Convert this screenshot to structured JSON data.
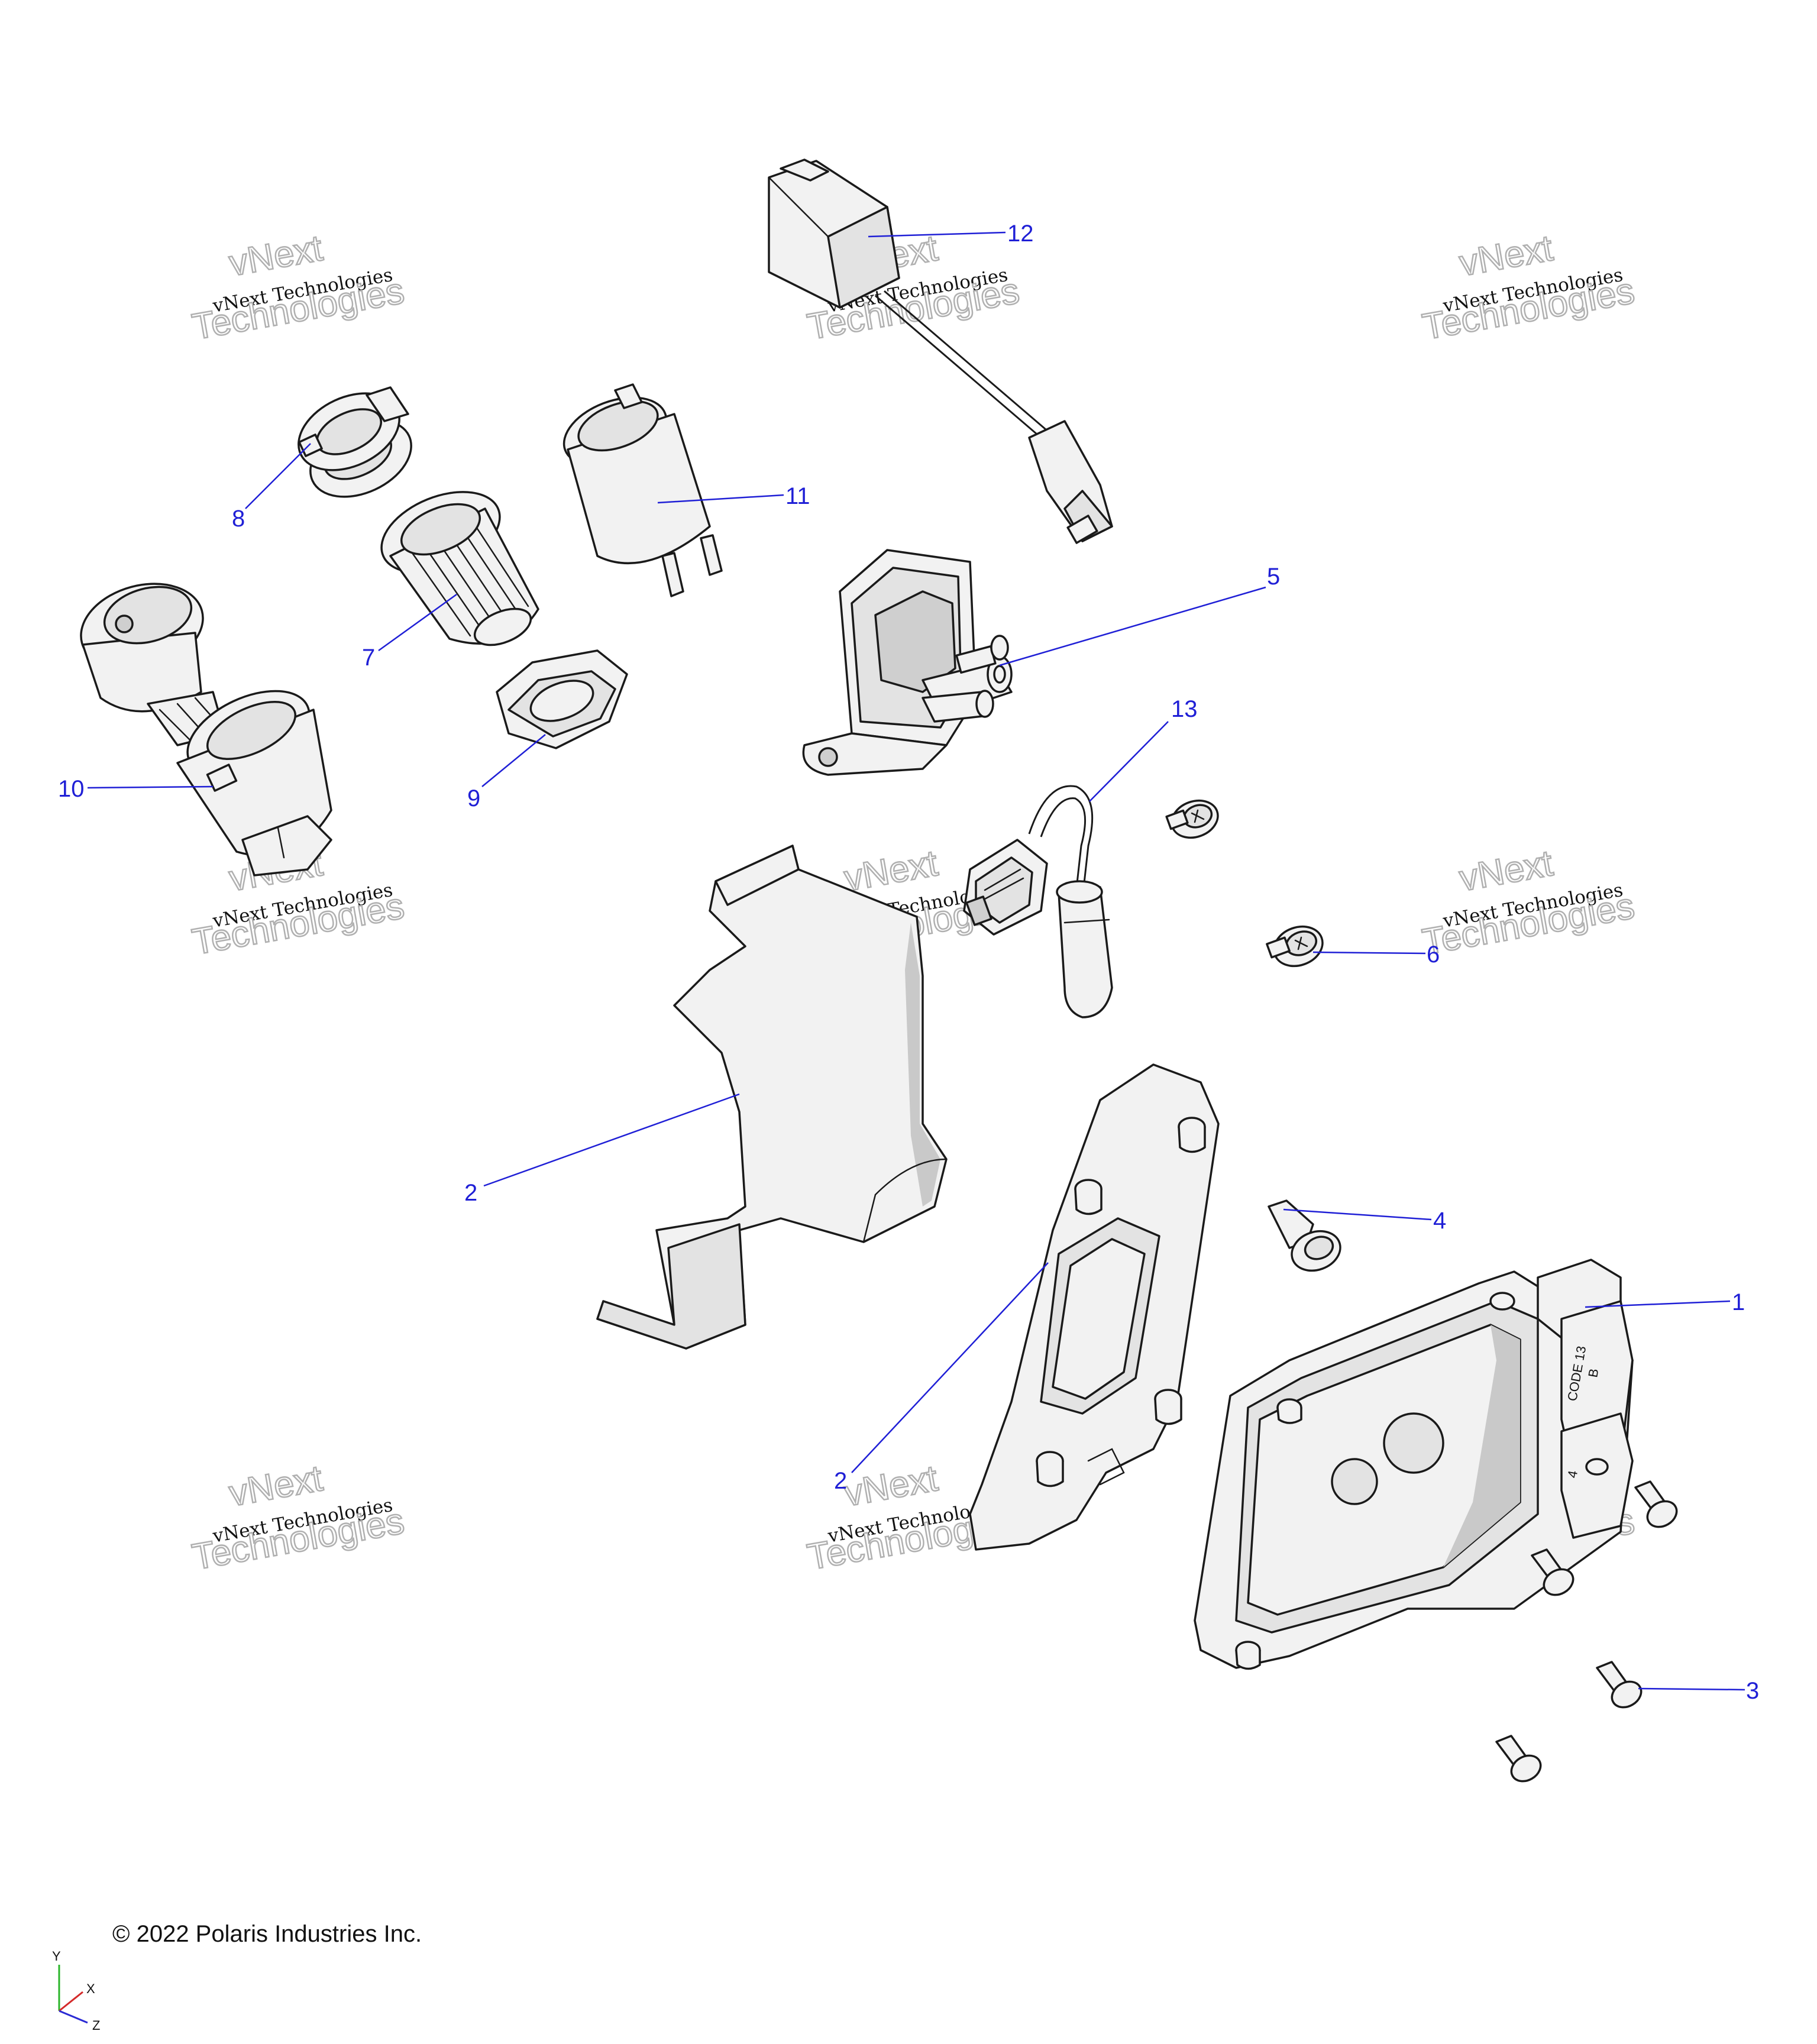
{
  "callouts": [
    "1",
    "2",
    "2",
    "3",
    "4",
    "5",
    "6",
    "7",
    "8",
    "9",
    "10",
    "11",
    "12",
    "13"
  ],
  "watermark": {
    "line1": "vNext",
    "line2": "vNext Technologies",
    "line3": "Technologies"
  },
  "copyright": "© 2022 Polaris Industries Inc.",
  "module_marking": [
    "CODE 13",
    "B",
    "4"
  ],
  "axes": {
    "x": "X",
    "y": "Y",
    "z": "Z"
  },
  "colors": {
    "leader": "#1f1fd6",
    "part_fill": "#f2f2f2",
    "outline": "#1a1a1a"
  }
}
